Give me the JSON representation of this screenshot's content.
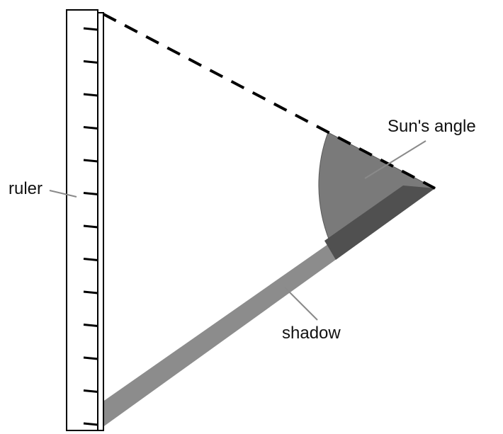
{
  "labels": {
    "ruler": "ruler",
    "sun_angle": "Sun's angle",
    "shadow": "shadow"
  },
  "colors": {
    "shadow_fill": "#8c8c8c",
    "angle_fill": "#7a7a7a",
    "overlap_fill": "#505050",
    "outline": "#000000"
  }
}
